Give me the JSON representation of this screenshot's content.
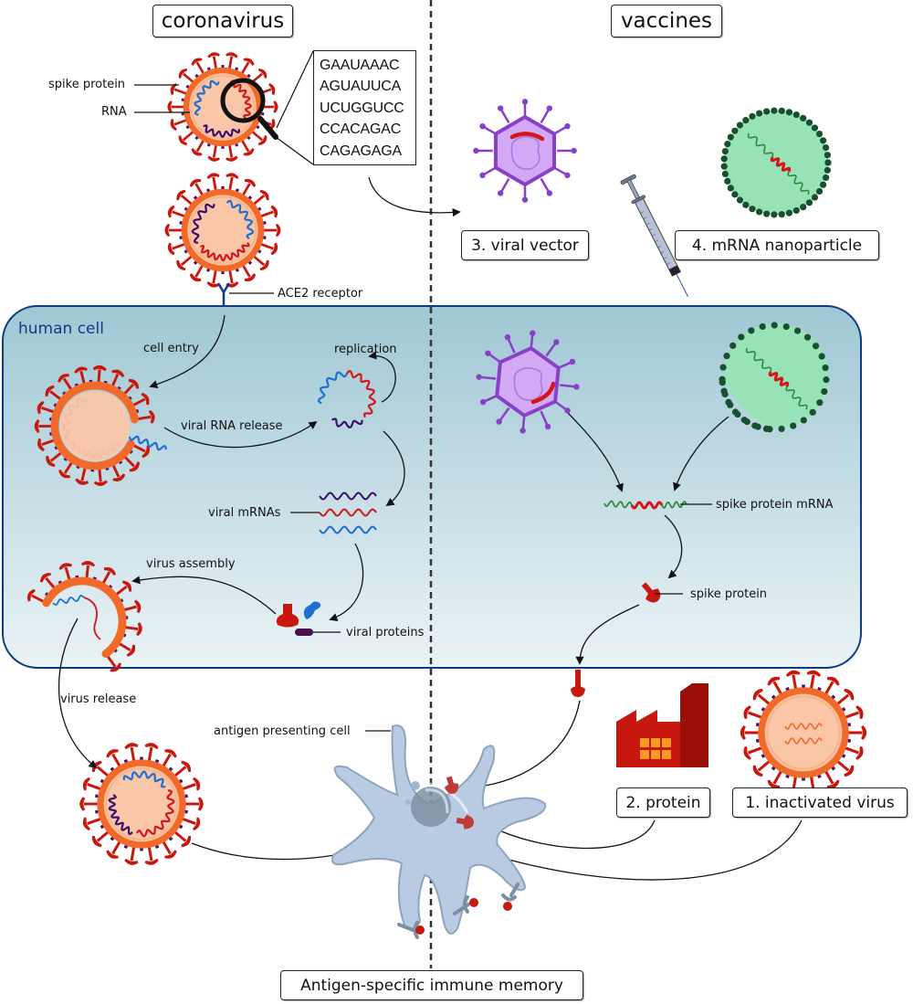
{
  "headers": {
    "left": "coronavirus",
    "right": "vaccines"
  },
  "labels": {
    "spike_protein": "spike protein",
    "rna": "RNA",
    "ace2_receptor": "ACE2 receptor",
    "human_cell": "human cell",
    "cell_entry": "cell entry",
    "replication": "replication",
    "viral_rna_release": "viral RNA release",
    "viral_mrnas": "viral mRNAs",
    "virus_assembly": "virus assembly",
    "viral_proteins": "viral proteins",
    "virus_release": "virus release",
    "antigen_presenting_cell": "antigen presenting cell",
    "spike_protein_mrna": "spike protein mRNA",
    "spike_protein_right": "spike protein"
  },
  "rna_sequence": [
    "GAAUAAAC",
    "AGUAUUCA",
    "UCUGGUCC",
    "CCACAGAC",
    "CAGAGAGA"
  ],
  "vaccine_types": [
    {
      "number": "1",
      "label": "1. inactivated virus"
    },
    {
      "number": "2",
      "label": "2. protein"
    },
    {
      "number": "3",
      "label": "3. viral vector"
    },
    {
      "number": "4",
      "label": "4. mRNA nanoparticle"
    }
  ],
  "outcome": "Antigen-specific immune memory",
  "icons": [
    "coronavirus-icon",
    "magnifier-icon",
    "viral-vector-icon",
    "mrna-nanoparticle-icon",
    "syringe-icon",
    "factory-icon",
    "antigen-presenting-cell-icon",
    "ace2-receptor-icon"
  ],
  "colors": {
    "spike_red": "#c8170f",
    "envelope_orange": "#f26a2a",
    "core_peach": "#f9c6a8",
    "rna_blue": "#1f6fd0",
    "rna_red": "#d3161a",
    "rna_purple": "#3a0f6b",
    "vector_purple": "#8a3fc9",
    "vector_fill": "#d3a8f5",
    "nanoparticle_green": "#97e2b6",
    "nanoparticle_dots": "#17502c",
    "cell_border": "#0d3b86",
    "cell_fill_top": "#9fc7d4",
    "cell_fill_bottom": "#e8f2f5",
    "apc_fill": "#b9cbe2",
    "factory_red": "#c8170f",
    "factory_window": "#f59a1f"
  }
}
